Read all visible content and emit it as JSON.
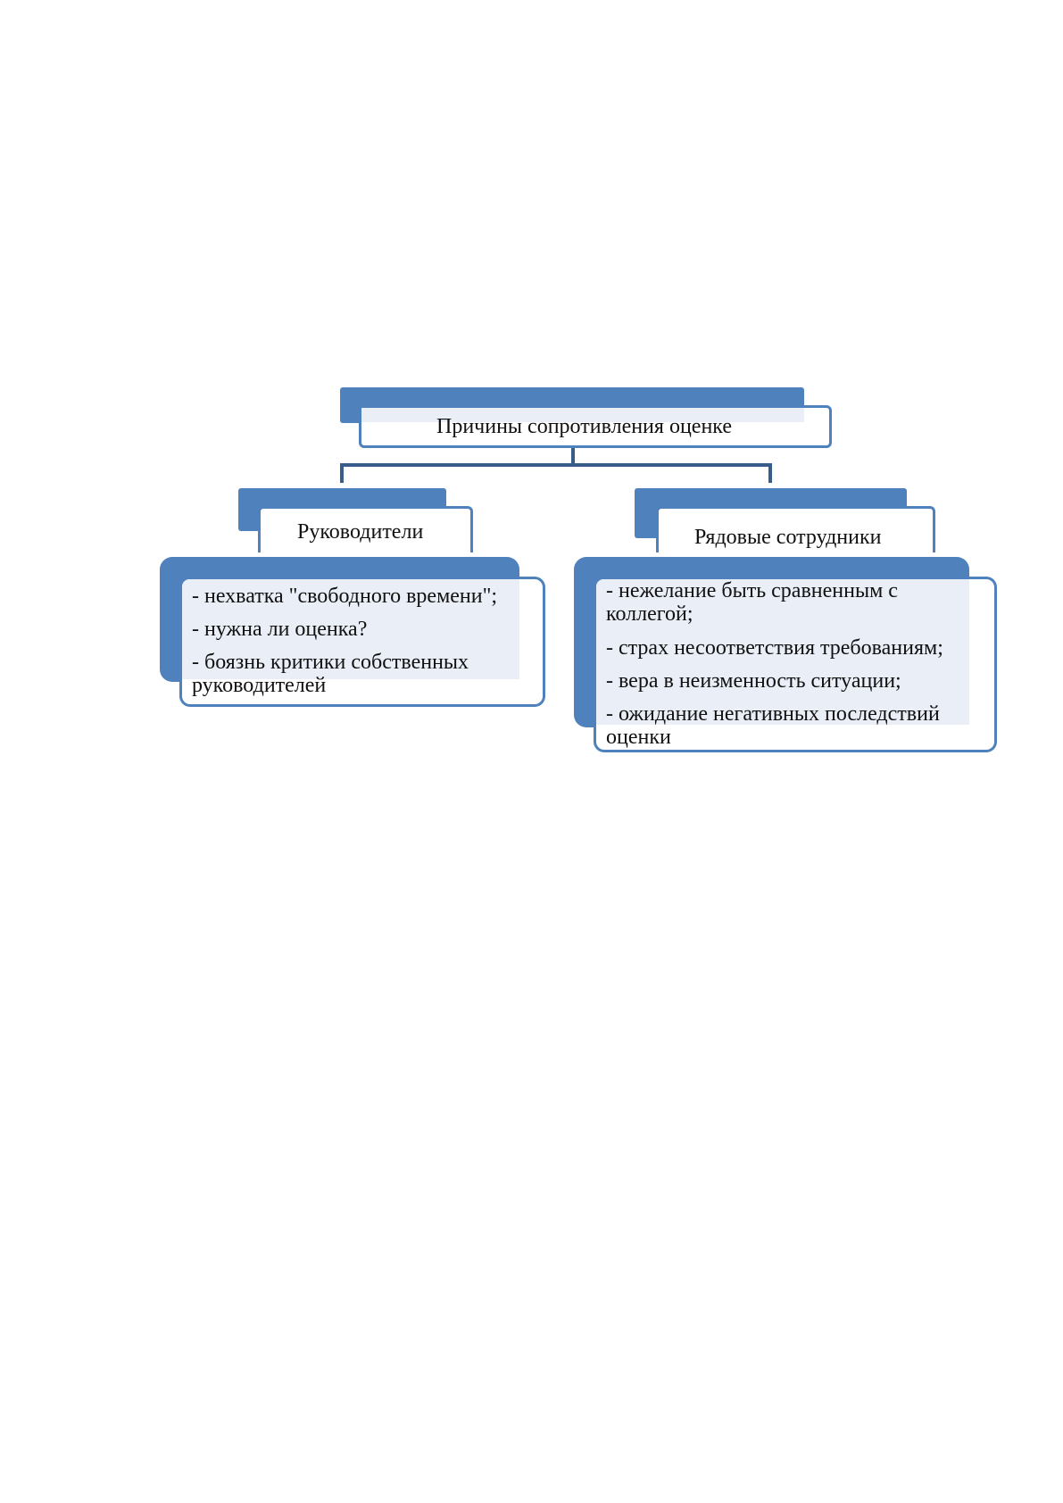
{
  "diagram": {
    "root": {
      "label": "Причины сопротивления оценке"
    },
    "branches": [
      {
        "label": "Руководители",
        "items": [
          "- нехватка \"свободного времени\";",
          "- нужна ли оценка?",
          "- боязнь  критики собственных",
          "руководителей"
        ]
      },
      {
        "label": "Рядовые сотрудники",
        "items": [
          "- нежелание быть сравненным с",
          "коллегой;",
          "- страх несоответствия требованиям;",
          "- вера в неизменность ситуации;",
          "- ожидание негативных последствий",
          "оценки"
        ]
      }
    ],
    "colors": {
      "accent": "#4f81bd",
      "connector": "#385d8a",
      "panel_fill": "#e9eef7"
    }
  }
}
